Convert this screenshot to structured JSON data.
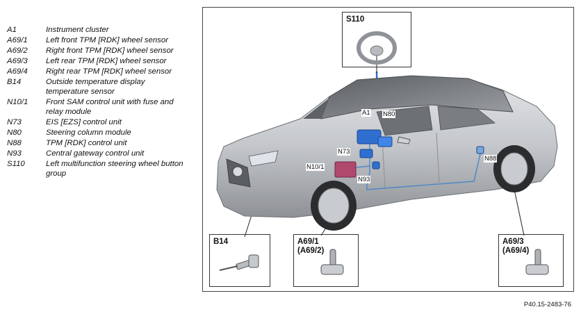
{
  "legend": [
    {
      "code": "A1",
      "desc": "Instrument cluster"
    },
    {
      "code": "A69/1",
      "desc": "Left front TPM [RDK] wheel sensor"
    },
    {
      "code": "A69/2",
      "desc": "Right front TPM [RDK] wheel sensor"
    },
    {
      "code": "A69/3",
      "desc": "Left rear TPM [RDK] wheel sensor"
    },
    {
      "code": "A69/4",
      "desc": "Right rear TPM [RDK] wheel sensor"
    },
    {
      "code": "B14",
      "desc": "Outside temperature display temperature sensor"
    },
    {
      "code": "N10/1",
      "desc": "Front SAM control unit with fuse and relay module"
    },
    {
      "code": "N73",
      "desc": "EIS [EZS] control unit"
    },
    {
      "code": "N80",
      "desc": "Steering column module"
    },
    {
      "code": "N88",
      "desc": "TPM [RDK] control unit"
    },
    {
      "code": "N93",
      "desc": "Central gateway control unit"
    },
    {
      "code": "S110",
      "desc": "Left multifunction steering wheel button group"
    }
  ],
  "callouts": {
    "s110": "S110",
    "b14": "B14",
    "front_sensor": "A69/1\n(A69/2)",
    "rear_sensor": "A69/3\n(A69/4)"
  },
  "tags": {
    "a1": "A1",
    "n80": "N80",
    "n73": "N73",
    "n10_1": "N10/1",
    "n93": "N93",
    "n88": "N88"
  },
  "reference": "P40.15-2483-76",
  "colors": {
    "module_blue": "#2f6fd0",
    "module_magenta": "#b0486e",
    "wire_blue": "#4a86c8",
    "car_silver": "#c9ccd0"
  }
}
